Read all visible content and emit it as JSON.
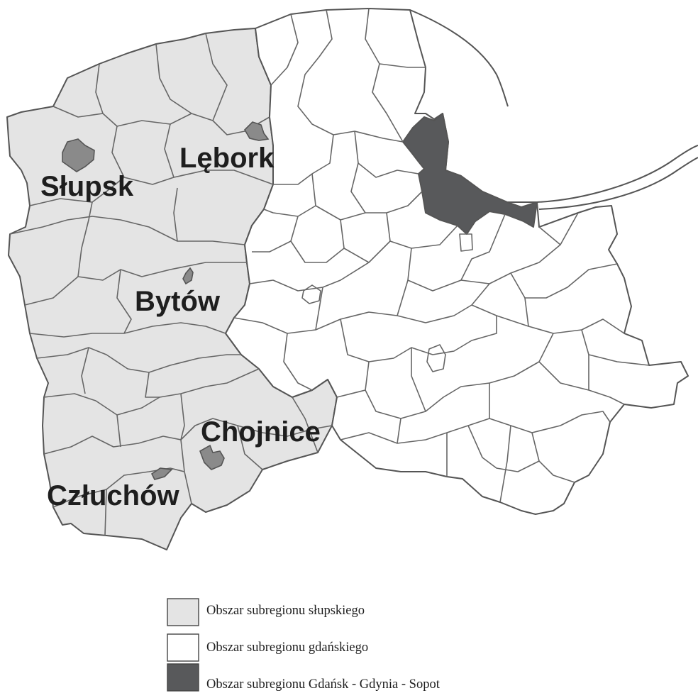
{
  "colors": {
    "slupsk_fill": "#e4e4e4",
    "gdansk_fill": "#ffffff",
    "metro_fill": "#58595b",
    "town_fill": "#8a8a8a",
    "border": "#555555",
    "label": "#1e1e1e"
  },
  "map": {
    "cities": {
      "slupsk": "Słupsk",
      "lebork": "Lębork",
      "bytow": "Bytów",
      "chojnice": "Chojnice",
      "czluchow": "Człuchów"
    }
  },
  "legend": {
    "items": [
      {
        "label": "Obszar subregionu słupskiego",
        "color": "#e4e4e4"
      },
      {
        "label": "Obszar subregionu gdańskiego",
        "color": "#ffffff"
      },
      {
        "label": "Obszar subregionu Gdańsk - Gdynia - Sopot",
        "color": "#58595b"
      }
    ]
  }
}
